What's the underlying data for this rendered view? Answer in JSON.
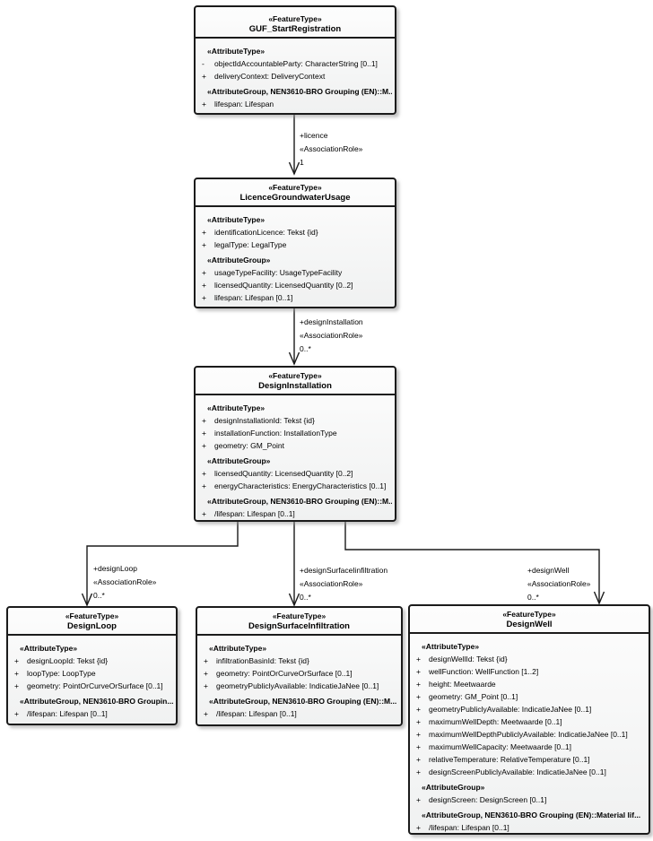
{
  "classes": [
    {
      "stereotype": "«FeatureType»",
      "name": "GUF_StartRegistration",
      "sections": [
        {
          "header": "«AttributeType»",
          "attrs": [
            {
              "vis": "-",
              "text": "objectIdAccountableParty: CharacterString [0..1]"
            },
            {
              "vis": "+",
              "text": "deliveryContext: DeliveryContext"
            }
          ]
        },
        {
          "header": "«AttributeGroup, NEN3610-BRO Grouping (EN)::M...",
          "attrs": [
            {
              "vis": "+",
              "text": "lifespan: Lifespan"
            }
          ]
        }
      ]
    },
    {
      "stereotype": "«FeatureType»",
      "name": "LicenceGroundwaterUsage",
      "sections": [
        {
          "header": "«AttributeType»",
          "attrs": [
            {
              "vis": "+",
              "text": "identificationLicence: Tekst {id}"
            },
            {
              "vis": "+",
              "text": "legalType: LegalType"
            }
          ]
        },
        {
          "header": "«AttributeGroup»",
          "attrs": [
            {
              "vis": "+",
              "text": "usageTypeFacility: UsageTypeFacility"
            },
            {
              "vis": "+",
              "text": "licensedQuantity: LicensedQuantity [0..2]"
            },
            {
              "vis": "+",
              "text": "lifespan: Lifespan [0..1]"
            }
          ]
        }
      ]
    },
    {
      "stereotype": "«FeatureType»",
      "name": "DesignInstallation",
      "sections": [
        {
          "header": "«AttributeType»",
          "attrs": [
            {
              "vis": "+",
              "text": "designInstallationId: Tekst {id}"
            },
            {
              "vis": "+",
              "text": "installationFunction: InstallationType"
            },
            {
              "vis": "+",
              "text": "geometry: GM_Point"
            }
          ]
        },
        {
          "header": "«AttributeGroup»",
          "attrs": [
            {
              "vis": "+",
              "text": "licensedQuantity: LicensedQuantity [0..2]"
            },
            {
              "vis": "+",
              "text": "energyCharacteristics: EnergyCharacteristics [0..1]"
            }
          ]
        },
        {
          "header": "«AttributeGroup, NEN3610-BRO Grouping (EN)::M...",
          "attrs": [
            {
              "vis": "+",
              "text": "/lifespan: Lifespan [0..1]"
            }
          ]
        }
      ]
    },
    {
      "stereotype": "«FeatureType»",
      "name": "DesignLoop",
      "sections": [
        {
          "header": "«AttributeType»",
          "attrs": [
            {
              "vis": "+",
              "text": "designLoopId: Tekst {id}"
            },
            {
              "vis": "+",
              "text": "loopType: LoopType"
            },
            {
              "vis": "+",
              "text": "geometry: PointOrCurveOrSurface [0..1]"
            }
          ]
        },
        {
          "header": "«AttributeGroup, NEN3610-BRO Groupin...",
          "attrs": [
            {
              "vis": "+",
              "text": "/lifespan: Lifespan [0..1]"
            }
          ]
        }
      ]
    },
    {
      "stereotype": "«FeatureType»",
      "name": "DesignSurfaceInfiltration",
      "sections": [
        {
          "header": "«AttributeType»",
          "attrs": [
            {
              "vis": "+",
              "text": "infiltrationBasinId: Tekst {id}"
            },
            {
              "vis": "+",
              "text": "geometry: PointOrCurveOrSurface [0..1]"
            },
            {
              "vis": "+",
              "text": "geometryPubliclyAvailable: IndicatieJaNee [0..1]"
            }
          ]
        },
        {
          "header": "«AttributeGroup, NEN3610-BRO Grouping (EN)::M...",
          "attrs": [
            {
              "vis": "+",
              "text": "/lifespan: Lifespan [0..1]"
            }
          ]
        }
      ]
    },
    {
      "stereotype": "«FeatureType»",
      "name": "DesignWell",
      "sections": [
        {
          "header": "«AttributeType»",
          "attrs": [
            {
              "vis": "+",
              "text": "designWellId: Tekst {id}"
            },
            {
              "vis": "+",
              "text": "wellFunction: WellFunction [1..2]"
            },
            {
              "vis": "+",
              "text": "height: Meetwaarde"
            },
            {
              "vis": "+",
              "text": "geometry: GM_Point [0..1]"
            },
            {
              "vis": "+",
              "text": "geometryPubliclyAvailable: IndicatieJaNee [0..1]"
            },
            {
              "vis": "+",
              "text": "maximumWellDepth: Meetwaarde [0..1]"
            },
            {
              "vis": "+",
              "text": "maximumWellDepthPubliclyAvailable: IndicatieJaNee [0..1]"
            },
            {
              "vis": "+",
              "text": "maximumWellCapacity: Meetwaarde [0..1]"
            },
            {
              "vis": "+",
              "text": "relativeTemperature: RelativeTemperature [0..1]"
            },
            {
              "vis": "+",
              "text": "designScreenPubliclyAvailable: IndicatieJaNee [0..1]"
            }
          ]
        },
        {
          "header": "«AttributeGroup»",
          "attrs": [
            {
              "vis": "+",
              "text": "designScreen: DesignScreen [0..1]"
            }
          ]
        },
        {
          "header": "«AttributeGroup, NEN3610-BRO Grouping (EN)::Material lif...",
          "attrs": [
            {
              "vis": "+",
              "text": "/lifespan: Lifespan [0..1]"
            }
          ]
        }
      ]
    }
  ],
  "connectors": [
    {
      "role": "+licence",
      "stereotype": "«AssociationRole»",
      "multiplicity": "1"
    },
    {
      "role": "+designInstallation",
      "stereotype": "«AssociationRole»",
      "multiplicity": "0..*"
    },
    {
      "role": "+designLoop",
      "stereotype": "«AssociationRole»",
      "multiplicity": "0..*"
    },
    {
      "role": "+designSurfaceIinfiltration",
      "stereotype": "«AssociationRole»",
      "multiplicity": "0..*"
    },
    {
      "role": "+designWell",
      "stereotype": "«AssociationRole»",
      "multiplicity": "0..*"
    }
  ],
  "colors": {
    "line": "#1b1b1b",
    "box_fill_top": "#fdfdfd",
    "box_fill_bottom": "#f0f1f1",
    "shadow": "#969696",
    "text": "#000000"
  }
}
